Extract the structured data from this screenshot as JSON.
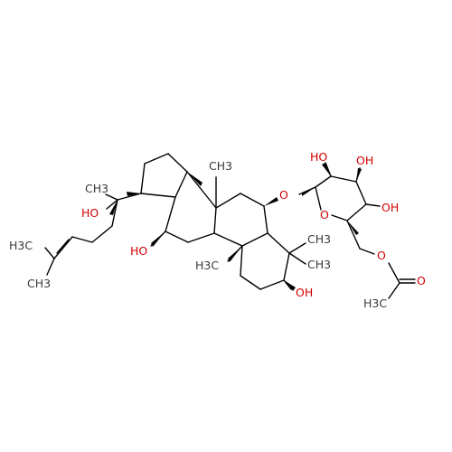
{
  "labels": {
    "ho_c20": "HO",
    "ch3_c21": "CH3",
    "ch3_terminal_upper": "H3C",
    "ch3_terminal_lower": "CH3",
    "ch3_c18": "CH3",
    "oh_c12": "HO",
    "ch3_c19": "H3C",
    "ch3_c28": "CH3",
    "ch3_c29": "CH3",
    "oh_c3": "OH",
    "o_glycosidic": "O",
    "o_ring": "O",
    "oh_c2p": "HO",
    "oh_c3p": "OH",
    "oh_c4p": "OH",
    "o_c6p": "O",
    "o_carbonyl": "O",
    "ch3_acetyl": "H3C"
  },
  "colors": {
    "bond": "#000000",
    "oxygen": "#d40000",
    "carbon_label": "#3a3a3a",
    "background": "#ffffff"
  }
}
